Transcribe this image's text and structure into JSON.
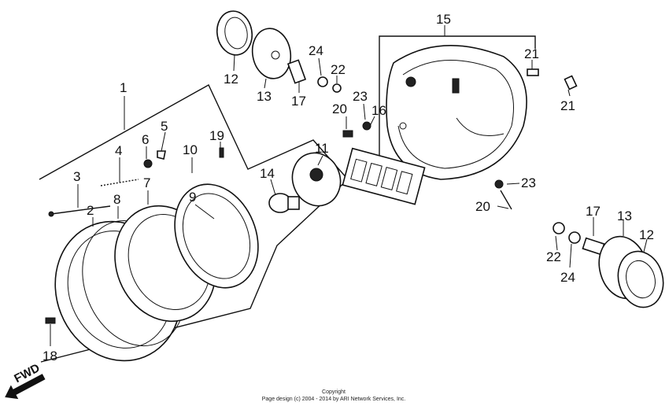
{
  "callouts": [
    "1",
    "2",
    "3",
    "4",
    "5",
    "6",
    "7",
    "8",
    "9",
    "10",
    "11",
    "12",
    "13",
    "14",
    "15",
    "16",
    "17",
    "18",
    "19",
    "20",
    "21",
    "22",
    "23",
    "24",
    "12",
    "13",
    "17",
    "20",
    "21",
    "22",
    "23",
    "24"
  ],
  "direction_label": "FWD",
  "copyright": {
    "line1": "Copyright",
    "line2": "Page design (c) 2004 - 2014 by ARI Network Services, Inc."
  }
}
